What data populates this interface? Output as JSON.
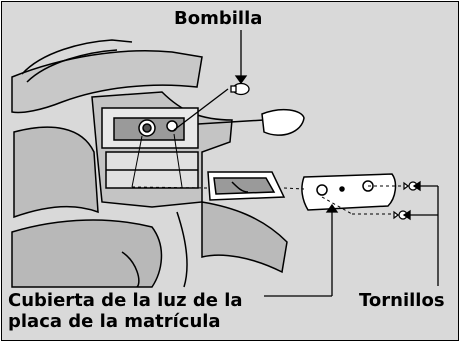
{
  "labels": {
    "bulb": "Bombilla",
    "cover": "Cubierta de la luz de la placa de la matrícula",
    "screws": "Tornillos"
  },
  "colors": {
    "background": "#d9d9d9",
    "line": "#000000",
    "part_fill": "#ffffff",
    "shadow": "#3a3a3a"
  }
}
